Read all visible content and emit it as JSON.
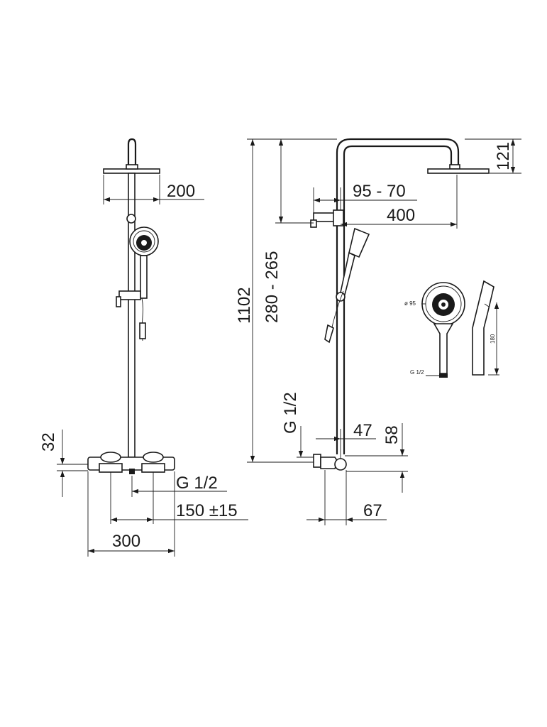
{
  "front_view": {
    "head_width": "200",
    "inlet_height": "32",
    "thread": "G 1/2",
    "center_distance": "150 ±15",
    "mixer_width": "300"
  },
  "side_view": {
    "arm_height": "121",
    "slider_range": "95 - 70",
    "arm_reach": "400",
    "total_height": "1102",
    "connection_distance": "280 - 265",
    "thread": "G 1/2",
    "offset_47": "47",
    "offset_58": "58",
    "depth_67": "67"
  },
  "hand_shower_detail": {
    "diameter": "ø 95",
    "length": "180",
    "thread": "G 1/2"
  }
}
